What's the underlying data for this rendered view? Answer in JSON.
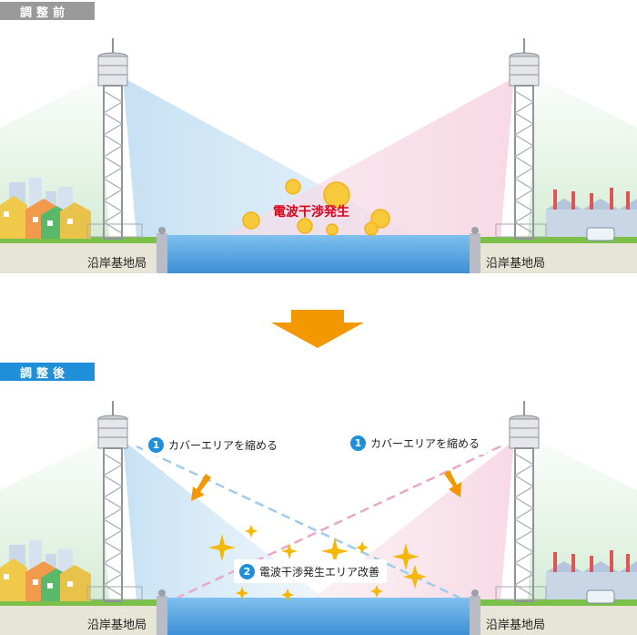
{
  "before": {
    "tag": "調整前",
    "station_left": "沿岸基地局",
    "station_right": "沿岸基地局",
    "interference": "電波干渉発生"
  },
  "after": {
    "tag": "調整後",
    "station_left": "沿岸基地局",
    "station_right": "沿岸基地局",
    "callout_left": {
      "num": "1",
      "text": "カバーエリアを縮める"
    },
    "callout_right": {
      "num": "1",
      "text": "カバーエリアを縮める"
    },
    "improve": {
      "num": "2",
      "text": "電波干渉発生エリア改善"
    }
  },
  "colors": {
    "accent_blue": "#1e8fd8",
    "arrow_orange": "#f39800",
    "interference_red": "#d9001b",
    "water": "#5aa9e6",
    "ground": "#e6e5d6"
  }
}
